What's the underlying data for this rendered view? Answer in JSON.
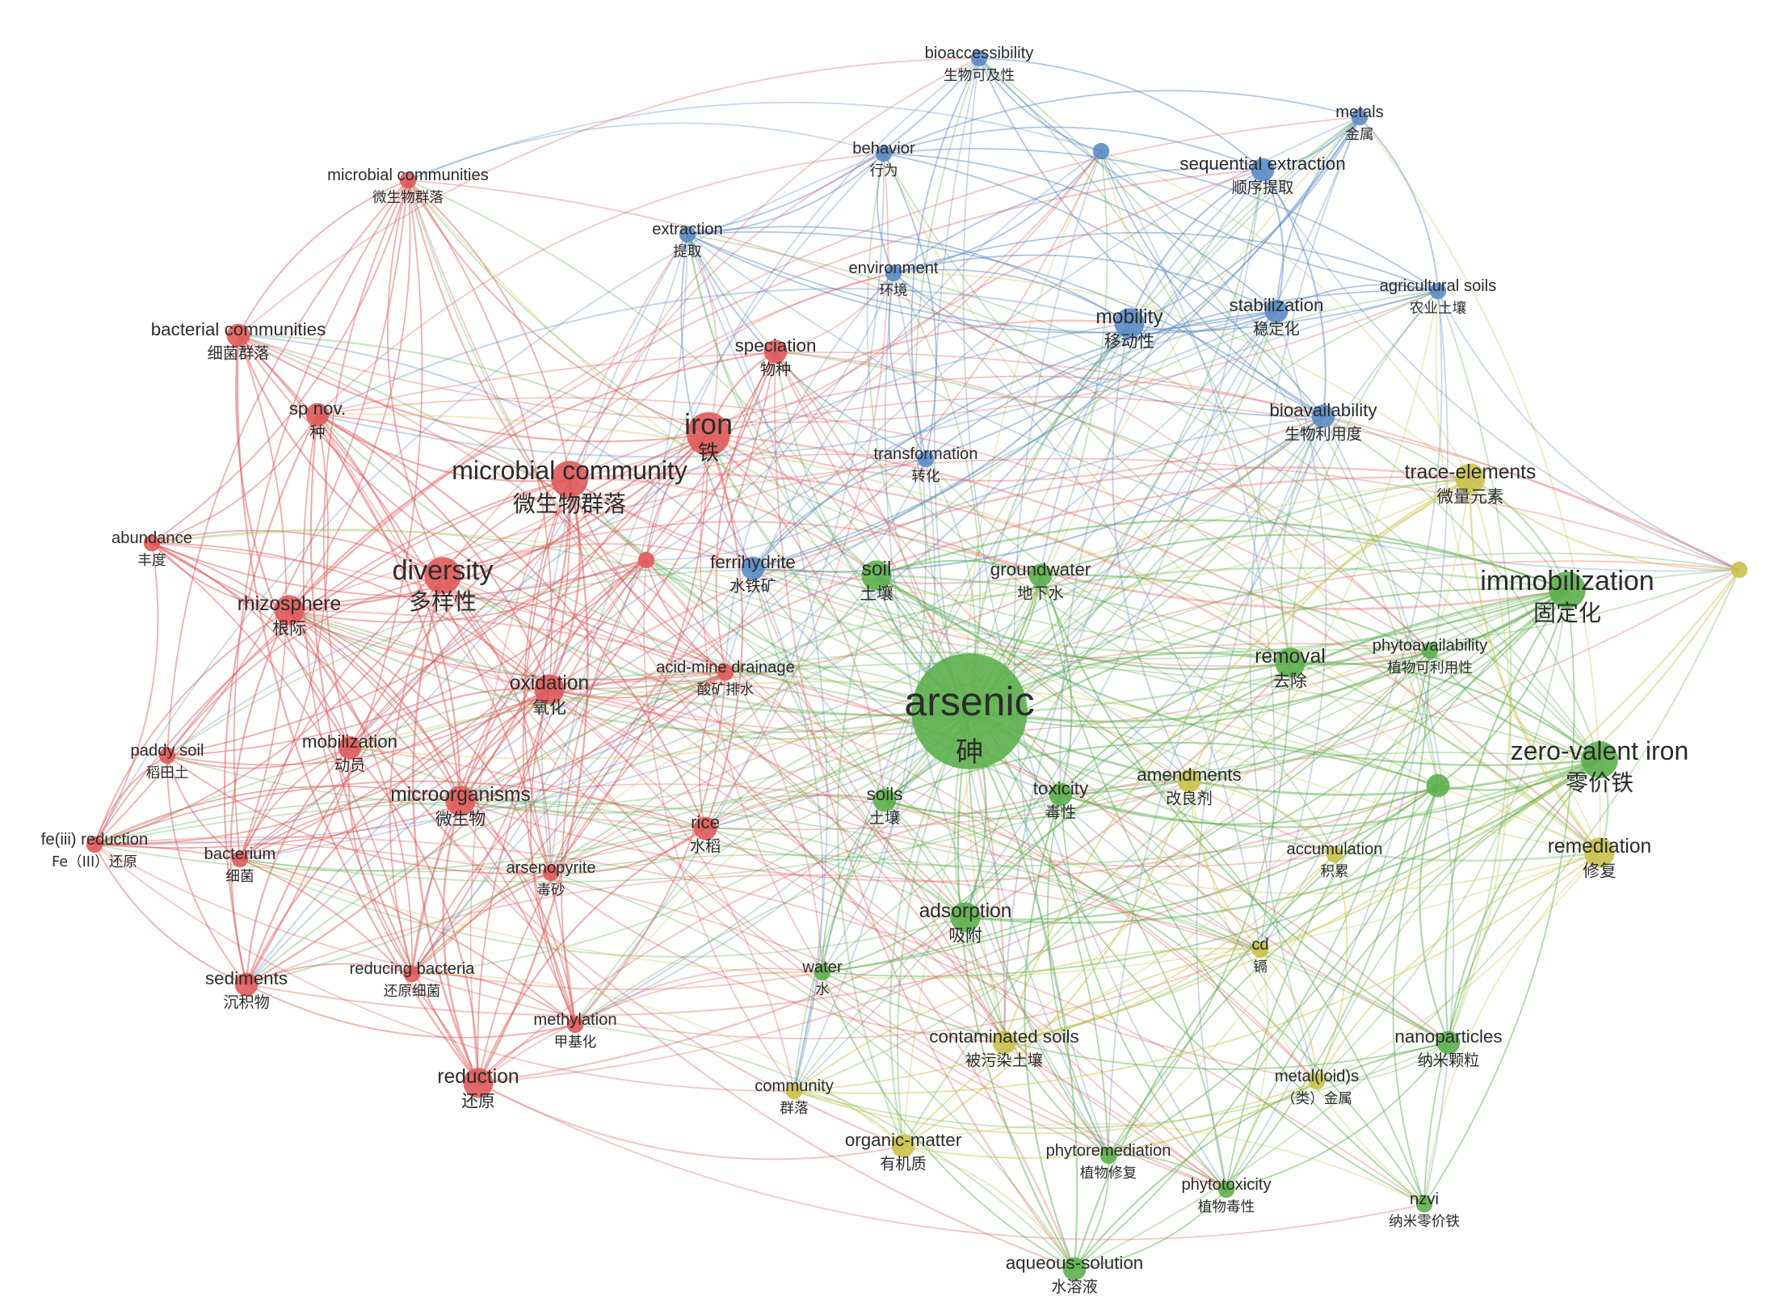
{
  "colors": {
    "red": "#e05a5a",
    "blue": "#5b8cc6",
    "green": "#5cb04d",
    "yellow": "#c9c24a"
  },
  "nodes": [
    {
      "id": "bioaccessibility",
      "en": "bioaccessibility",
      "zh": "生物可及性",
      "cluster": "blue",
      "weight": 1
    },
    {
      "id": "metals",
      "en": "metals",
      "zh": "金属",
      "cluster": "blue",
      "weight": 1
    },
    {
      "id": "behavior",
      "en": "behavior",
      "zh": "行为",
      "cluster": "blue",
      "weight": 1
    },
    {
      "id": "blue-unlabeled",
      "en": "",
      "zh": "",
      "cluster": "blue",
      "weight": 1
    },
    {
      "id": "sequential-extraction",
      "en": "sequential extraction",
      "zh": "顺序提取",
      "cluster": "blue",
      "weight": 2
    },
    {
      "id": "extraction",
      "en": "extraction",
      "zh": "提取",
      "cluster": "blue",
      "weight": 1
    },
    {
      "id": "environment",
      "en": "environment",
      "zh": "环境",
      "cluster": "blue",
      "weight": 1
    },
    {
      "id": "agricultural-soils",
      "en": "agricultural soils",
      "zh": "农业土壤",
      "cluster": "blue",
      "weight": 1
    },
    {
      "id": "mobility",
      "en": "mobility",
      "zh": "移动性",
      "cluster": "blue",
      "weight": 3
    },
    {
      "id": "stabilization",
      "en": "stabilization",
      "zh": "稳定化",
      "cluster": "blue",
      "weight": 2
    },
    {
      "id": "bioavailability",
      "en": "bioavailability",
      "zh": "生物利用度",
      "cluster": "blue",
      "weight": 2
    },
    {
      "id": "transformation",
      "en": "transformation",
      "zh": "转化",
      "cluster": "blue",
      "weight": 1
    },
    {
      "id": "ferrihydrite",
      "en": "ferrihydrite",
      "zh": "水铁矿",
      "cluster": "blue",
      "weight": 2
    },
    {
      "id": "microbial-communities",
      "en": "microbial communities",
      "zh": "微生物群落",
      "cluster": "red",
      "weight": 1
    },
    {
      "id": "bacterial-communities",
      "en": "bacterial communities",
      "zh": "细菌群落",
      "cluster": "red",
      "weight": 2
    },
    {
      "id": "sp-nov",
      "en": "sp nov.",
      "zh": "种",
      "cluster": "red",
      "weight": 2
    },
    {
      "id": "speciation",
      "en": "speciation",
      "zh": "物种",
      "cluster": "red",
      "weight": 2
    },
    {
      "id": "iron",
      "en": "iron",
      "zh": "铁",
      "cluster": "red",
      "weight": 5
    },
    {
      "id": "microbial-community",
      "en": "microbial community",
      "zh": "微生物群落",
      "cluster": "red",
      "weight": 4
    },
    {
      "id": "abundance",
      "en": "abundance",
      "zh": "丰度",
      "cluster": "red",
      "weight": 1
    },
    {
      "id": "diversity",
      "en": "diversity",
      "zh": "多样性",
      "cluster": "red",
      "weight": 4
    },
    {
      "id": "rhizosphere",
      "en": "rhizosphere",
      "zh": "根际",
      "cluster": "red",
      "weight": 3
    },
    {
      "id": "red-unlabeled",
      "en": "",
      "zh": "",
      "cluster": "red",
      "weight": 1
    },
    {
      "id": "oxidation",
      "en": "oxidation",
      "zh": "氧化",
      "cluster": "red",
      "weight": 3
    },
    {
      "id": "acid-mine-drainage",
      "en": "acid-mine drainage",
      "zh": "酸矿排水",
      "cluster": "red",
      "weight": 1
    },
    {
      "id": "paddy-soil",
      "en": "paddy soil",
      "zh": "稻田土",
      "cluster": "red",
      "weight": 1
    },
    {
      "id": "mobilization",
      "en": "mobilization",
      "zh": "动员",
      "cluster": "red",
      "weight": 2
    },
    {
      "id": "microorganisms",
      "en": "microorganisms",
      "zh": "微生物",
      "cluster": "red",
      "weight": 3
    },
    {
      "id": "fe-iii-reduction",
      "en": "fe(iii) reduction",
      "zh": "Fe（III）还原",
      "cluster": "red",
      "weight": 1
    },
    {
      "id": "bacterium",
      "en": "bacterium",
      "zh": "细菌",
      "cluster": "red",
      "weight": 1
    },
    {
      "id": "arsenopyrite",
      "en": "arsenopyrite",
      "zh": "毒砂",
      "cluster": "red",
      "weight": 1
    },
    {
      "id": "rice",
      "en": "rice",
      "zh": "水稻",
      "cluster": "red",
      "weight": 2
    },
    {
      "id": "sediments",
      "en": "sediments",
      "zh": "沉积物",
      "cluster": "red",
      "weight": 2
    },
    {
      "id": "reducing-bacteria",
      "en": "reducing bacteria",
      "zh": "还原细菌",
      "cluster": "red",
      "weight": 1
    },
    {
      "id": "methylation",
      "en": "methylation",
      "zh": "甲基化",
      "cluster": "red",
      "weight": 1
    },
    {
      "id": "reduction",
      "en": "reduction",
      "zh": "还原",
      "cluster": "red",
      "weight": 3
    },
    {
      "id": "soil",
      "en": "soil",
      "zh": "土壤",
      "cluster": "green",
      "weight": 3
    },
    {
      "id": "groundwater",
      "en": "groundwater",
      "zh": "地下水",
      "cluster": "green",
      "weight": 2
    },
    {
      "id": "arsenic",
      "en": "arsenic",
      "zh": "砷",
      "cluster": "green",
      "weight": 9
    },
    {
      "id": "removal",
      "en": "removal",
      "zh": "去除",
      "cluster": "green",
      "weight": 3
    },
    {
      "id": "phytoavailability",
      "en": "phytoavailability",
      "zh": "植物可利用性",
      "cluster": "green",
      "weight": 1
    },
    {
      "id": "immobilization",
      "en": "immobilization",
      "zh": "固定化",
      "cluster": "green",
      "weight": 4
    },
    {
      "id": "zero-valent-iron",
      "en": "zero-valent iron",
      "zh": "零价铁",
      "cluster": "green",
      "weight": 4
    },
    {
      "id": "green-unlabeled",
      "en": "",
      "zh": "",
      "cluster": "green",
      "weight": 2
    },
    {
      "id": "soils",
      "en": "soils",
      "zh": "土壤",
      "cluster": "green",
      "weight": 2
    },
    {
      "id": "toxicity",
      "en": "toxicity",
      "zh": "毒性",
      "cluster": "green",
      "weight": 2
    },
    {
      "id": "amendments",
      "en": "amendments",
      "zh": "改良剂",
      "cluster": "yellow",
      "weight": 2
    },
    {
      "id": "accumulation",
      "en": "accumulation",
      "zh": "积累",
      "cluster": "yellow",
      "weight": 1
    },
    {
      "id": "adsorption",
      "en": "adsorption",
      "zh": "吸附",
      "cluster": "green",
      "weight": 3
    },
    {
      "id": "water",
      "en": "water",
      "zh": "水",
      "cluster": "green",
      "weight": 1
    },
    {
      "id": "cd",
      "en": "cd",
      "zh": "镉",
      "cluster": "yellow",
      "weight": 1
    },
    {
      "id": "contaminated-soils",
      "en": "contaminated soils",
      "zh": "被污染土壤",
      "cluster": "yellow",
      "weight": 2
    },
    {
      "id": "nanoparticles",
      "en": "nanoparticles",
      "zh": "纳米颗粒",
      "cluster": "green",
      "weight": 2
    },
    {
      "id": "community",
      "en": "community",
      "zh": "群落",
      "cluster": "yellow",
      "weight": 1
    },
    {
      "id": "metal-loid-s",
      "en": "metal(loid)s",
      "zh": "（类）金属",
      "cluster": "yellow",
      "weight": 1
    },
    {
      "id": "organic-matter",
      "en": "organic-matter",
      "zh": "有机质",
      "cluster": "yellow",
      "weight": 2
    },
    {
      "id": "phytoremediation",
      "en": "phytoremediation",
      "zh": "植物修复",
      "cluster": "green",
      "weight": 1
    },
    {
      "id": "phytotoxicity",
      "en": "phytotoxicity",
      "zh": "植物毒性",
      "cluster": "green",
      "weight": 1
    },
    {
      "id": "nzvi",
      "en": "nzvi",
      "zh": "纳米零价铁",
      "cluster": "green",
      "weight": 1
    },
    {
      "id": "aqueous-solution",
      "en": "aqueous-solution",
      "zh": "水溶液",
      "cluster": "green",
      "weight": 2
    },
    {
      "id": "trace-elements",
      "en": "trace-elements",
      "zh": "微量元素",
      "cluster": "yellow",
      "weight": 3
    },
    {
      "id": "remediation",
      "en": "remediation",
      "zh": "修复",
      "cluster": "yellow",
      "weight": 3
    },
    {
      "id": "yellow-unlabeled",
      "en": "",
      "zh": "",
      "cluster": "yellow",
      "weight": 1
    }
  ]
}
